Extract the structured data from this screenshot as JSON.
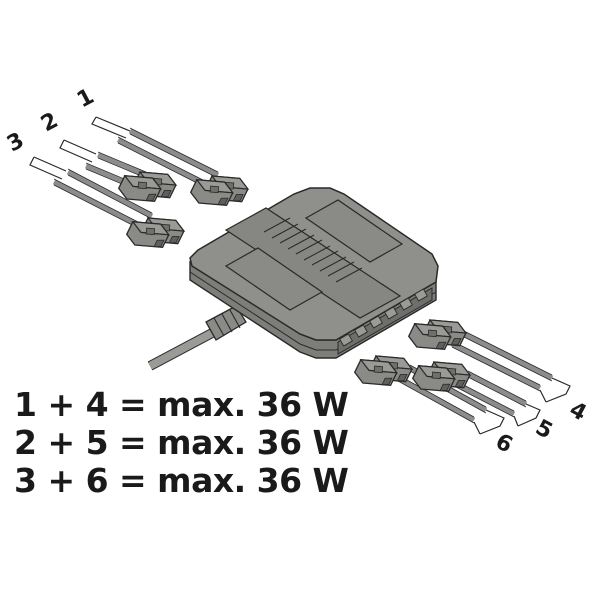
{
  "diagram": {
    "subject": "LED distributor hub with 6 connector outputs",
    "colors": {
      "background": "#ffffff",
      "body_fill": "#8a8a86",
      "body_top": "#95958f",
      "outline": "#2a2a2a",
      "cable_gray": "#8c8c8c",
      "connector_fill": "#888884",
      "text": "#1a1a1a"
    },
    "ports": [
      {
        "number": "1",
        "side": "upper-left"
      },
      {
        "number": "2",
        "side": "upper-left"
      },
      {
        "number": "3",
        "side": "upper-left"
      },
      {
        "number": "4",
        "side": "lower-right"
      },
      {
        "number": "5",
        "side": "lower-right"
      },
      {
        "number": "6",
        "side": "lower-right"
      }
    ],
    "labels": {
      "p1": "1",
      "p2": "2",
      "p3": "3",
      "p4": "4",
      "p5": "5",
      "p6": "6"
    }
  },
  "legend": {
    "lines": [
      "1 + 4 = max. 36 W",
      "2 + 5 = max. 36 W",
      "3 + 6 = max. 36 W"
    ]
  }
}
